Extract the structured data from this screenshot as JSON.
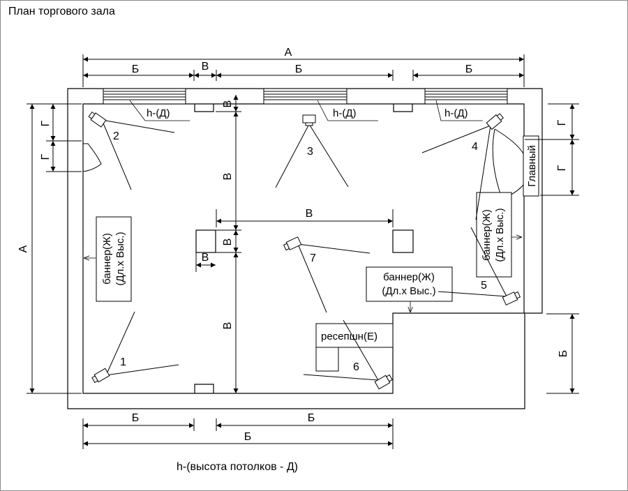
{
  "title": "План торгового зала",
  "footnote": "h-(высота потолков - Д)",
  "dimension_letters": {
    "a": "А",
    "b": "Б",
    "v": "В",
    "g": "Г"
  },
  "window_label": "h-(Д)",
  "banner_label": {
    "line1": "баннер(Ж)",
    "line2": "(Дл.х Выс.)"
  },
  "reception_label": "ресепшн(Е)",
  "entrance_label": "Главный",
  "camera_numbers": [
    "1",
    "2",
    "3",
    "4",
    "5",
    "6",
    "7"
  ]
}
